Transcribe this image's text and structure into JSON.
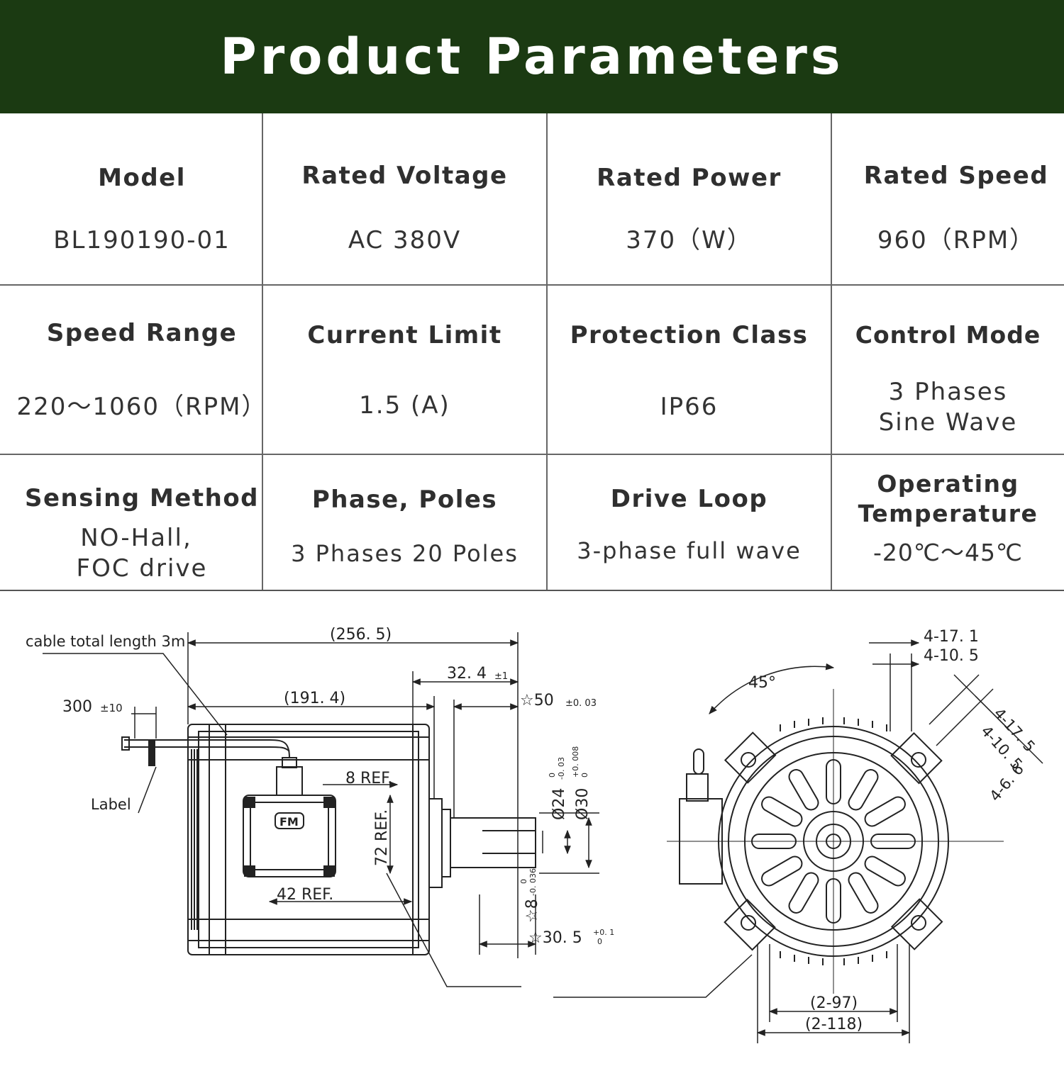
{
  "header": {
    "title": "Product Parameters"
  },
  "specs": {
    "model": {
      "label": "Model",
      "value": "BL190190-01"
    },
    "rated_voltage": {
      "label": "Rated Voltage",
      "value": "AC 380V"
    },
    "rated_power": {
      "label": "Rated Power",
      "value": "370（W）"
    },
    "rated_speed": {
      "label": "Rated Speed",
      "value": "960（RPM）"
    },
    "speed_range": {
      "label": "Speed Range",
      "value": "220～1060（RPM）"
    },
    "current_limit": {
      "label": "Current Limit",
      "value": "1.5 (A)"
    },
    "protection_class": {
      "label": "Protection Class",
      "value": "IP66"
    },
    "control_mode": {
      "label": "Control Mode",
      "value_line1": "3 Phases",
      "value_line2": "Sine Wave"
    },
    "sensing_method": {
      "label": "Sensing Method",
      "value_line1": "NO-Hall,",
      "value_line2": "FOC drive"
    },
    "phase_poles": {
      "label": "Phase, Poles",
      "value": "3 Phases 20 Poles"
    },
    "drive_loop": {
      "label": "Drive Loop",
      "value": "3-phase full wave"
    },
    "operating_temperature": {
      "label_line1": "Operating",
      "label_line2": "Temperature",
      "value": "-20℃～45℃"
    }
  },
  "drawing": {
    "cable_note": "cable total length 3m",
    "label_note": "Label",
    "dim_overall": "(256. 5)",
    "dim_body": "(191. 4)",
    "dim_flange": "32. 4",
    "dim_flange_tol": "±1",
    "dim_cable": "300",
    "dim_cable_tol": "±10",
    "dim_pilot": "☆50",
    "dim_pilot_tol": "±0. 03",
    "dim_shaft": "Ø24",
    "dim_shaft_tol_a": "0",
    "dim_shaft_tol_b": "-0. 03",
    "dim_shoulder": "Ø30",
    "dim_shoulder_tol_a": "+0. 008",
    "dim_shoulder_tol_b": "0",
    "dim_key": "☆8",
    "dim_key_tol_a": "0",
    "dim_key_tol_b": "-0. 036",
    "dim_shaft_len": "☆30. 5",
    "dim_shaft_len_tol_a": "+0. 1",
    "dim_shaft_len_tol_b": "0",
    "dim_ref_8": "8  REF.",
    "dim_ref_42": "42  REF.",
    "dim_ref_72": "72  REF.",
    "logo_text": "FM",
    "dim_angle": "45°",
    "dim_hole_1": "4-17. 1",
    "dim_hole_2": "4-10. 5",
    "dim_diag_1": "4-17. 5",
    "dim_diag_2": "4-10. 5",
    "dim_diag_3": "4-6. 6",
    "dim_bottom_1": "(2-97)",
    "dim_bottom_2": "(2-118)"
  }
}
